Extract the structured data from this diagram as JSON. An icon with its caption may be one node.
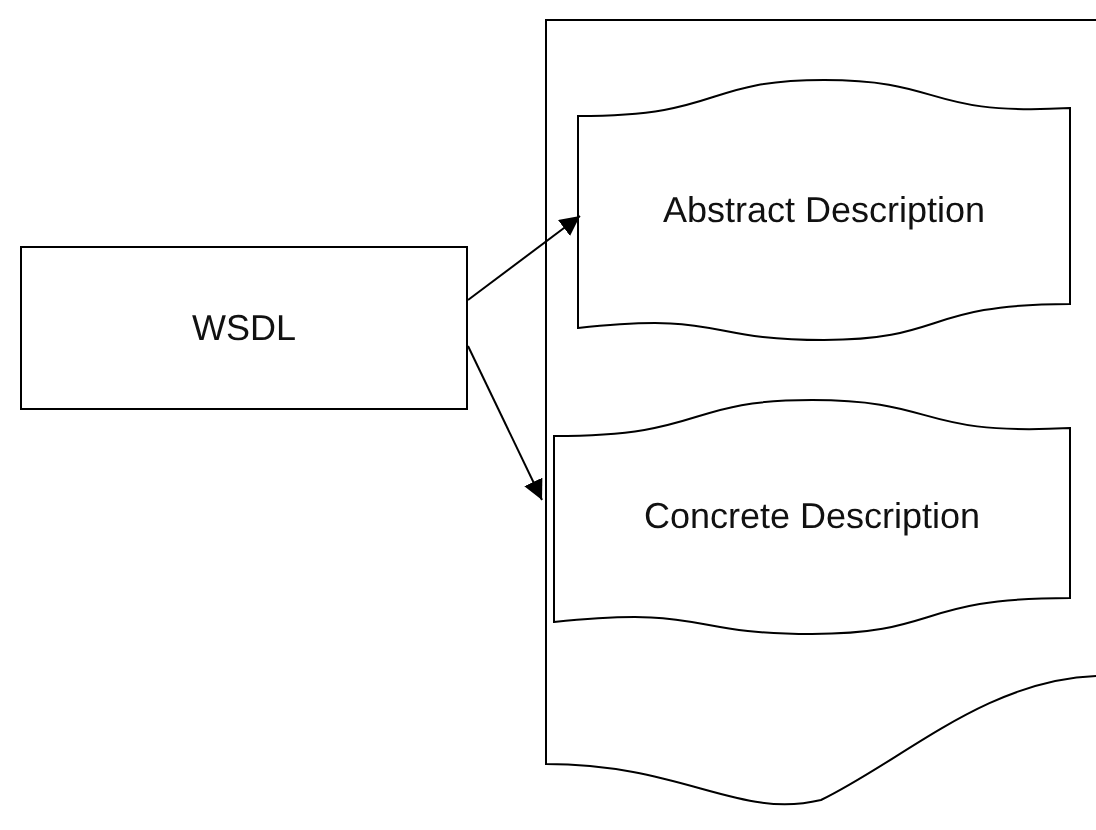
{
  "diagram": {
    "nodes": [
      {
        "text": [
          "WSDL"
        ]
      },
      {
        "text": [],
        "shape": "document"
      },
      {
        "text": [
          "Abstract Description"
        ],
        "in": 1
      },
      {
        "text": [
          "Concrete Description"
        ],
        "in": 1
      }
    ],
    "edges": [
      {
        "from": 0,
        "to": 2,
        "arrow": "to"
      },
      {
        "from": 0,
        "to": 3,
        "arrow": "to"
      }
    ]
  }
}
